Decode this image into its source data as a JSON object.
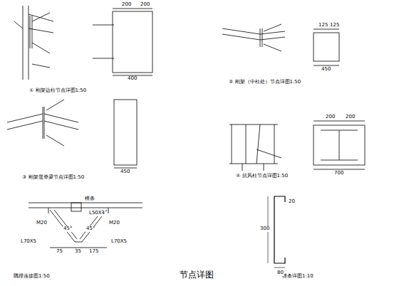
{
  "diagram": {
    "title": "节点详图",
    "labels": [
      "① 刚架边柱节点详图1:50",
      "② 刚架（中柱处）节点详图1:50",
      "③ 刚架屋脊梁节点详图1:50",
      "④ 抗风柱节点详图1:50",
      "隅撑连接图1:50",
      "檩条详图1:10",
      "檩条",
      "L50X4",
      "M20",
      "M20",
      "45°",
      "45°",
      "L70X5",
      "L70X5",
      "75",
      "35",
      "175",
      "300",
      "80",
      "20",
      "200",
      "200",
      "400",
      "125",
      "125",
      "450",
      "450",
      "200",
      "200",
      "700"
    ]
  }
}
